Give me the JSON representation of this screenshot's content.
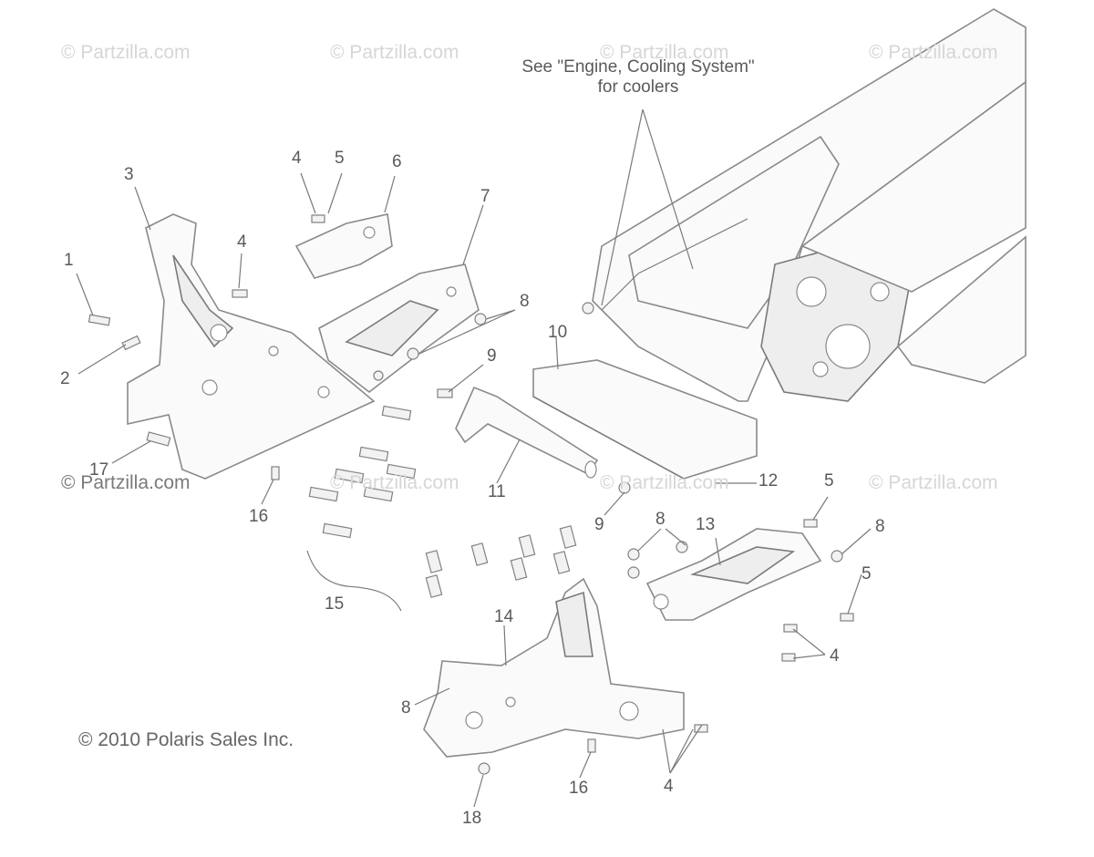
{
  "watermarks": [
    "© Partzilla.com",
    "© Partzilla.com",
    "© Partzilla.com",
    "© Partzilla.com",
    "© Partzilla.com",
    "© Partzilla.com",
    "© Partzilla.com",
    "© Partzilla.com"
  ],
  "note": {
    "line1": "See \"Engine, Cooling System\"",
    "line2": "for coolers"
  },
  "copyright": "© 2010 Polaris Sales Inc.",
  "callouts": {
    "c1": "1",
    "c2": "2",
    "c3": "3",
    "c4a": "4",
    "c4b": "4",
    "c4c": "4",
    "c4d": "4",
    "c5a": "5",
    "c5b": "5",
    "c5c": "5",
    "c6": "6",
    "c7": "7",
    "c8a": "8",
    "c8b": "8",
    "c8c": "8",
    "c8d": "8",
    "c9a": "9",
    "c9b": "9",
    "c10": "10",
    "c11": "11",
    "c12": "12",
    "c13": "13",
    "c14": "14",
    "c15": "15",
    "c16a": "16",
    "c16b": "16",
    "c17": "17",
    "c18": "18"
  }
}
